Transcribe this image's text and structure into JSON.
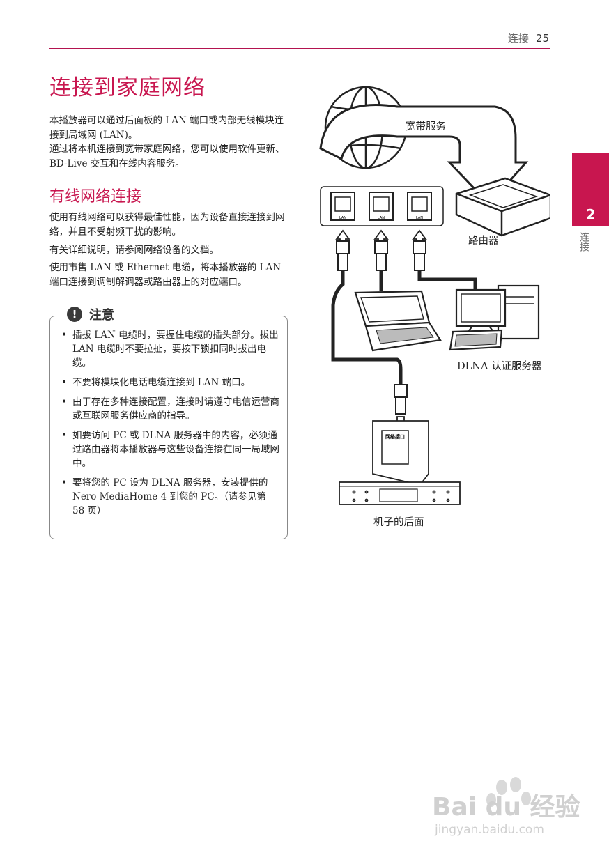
{
  "header": {
    "section": "连接",
    "page_number": "25"
  },
  "side_tab": {
    "number": "2",
    "label": "连接"
  },
  "title": "连接到家庭网络",
  "intro": {
    "p1": "本播放器可以通过后面板的 LAN 端口或内部无线模块连接到局域网 (LAN)。",
    "p2": "通过将本机连接到宽带家庭网络，您可以使用软件更新、BD-Live 交互和在线内容服务。"
  },
  "wired": {
    "heading": "有线网络连接",
    "p1": "使用有线网络可以获得最佳性能，因为设备直接连接到网络，并且不受射频干扰的影响。",
    "p2": "有关详细说明，请参阅网络设备的文档。",
    "p3": "使用市售 LAN 或 Ethernet 电缆，将本播放器的 LAN 端口连接到调制解调器或路由器上的对应端口。"
  },
  "note": {
    "icon": "!",
    "title": "注意",
    "bullet": "•",
    "items": [
      "插拔 LAN 电缆时，要握住电缆的插头部分。拔出 LAN 电缆时不要拉扯，要按下锁扣同时拔出电缆。",
      "不要将模块化电话电缆连接到 LAN 端口。",
      "由于存在多种连接配置，连接时请遵守电信运营商或互联网服务供应商的指导。",
      "如要访问 PC 或 DLNA 服务器中的内容，必须通过路由器将本播放器与这些设备连接在同一局域网中。",
      "要将您的 PC 设为 DLNA 服务器，安装提供的 Nero MediaHome 4 到您的 PC。（请参见第 58 页）"
    ]
  },
  "diagram": {
    "broadband": "宽带服务",
    "router": "路由器",
    "dlna": "DLNA 认证服务器",
    "rear": "机子的后面",
    "port_label": "LAN",
    "network_port": "网络接口"
  },
  "watermark": {
    "brand": "Bai du 经验",
    "url": "jingyan.baidu.com"
  },
  "colors": {
    "accent": "#c8164f",
    "rule": "#b3134f"
  }
}
